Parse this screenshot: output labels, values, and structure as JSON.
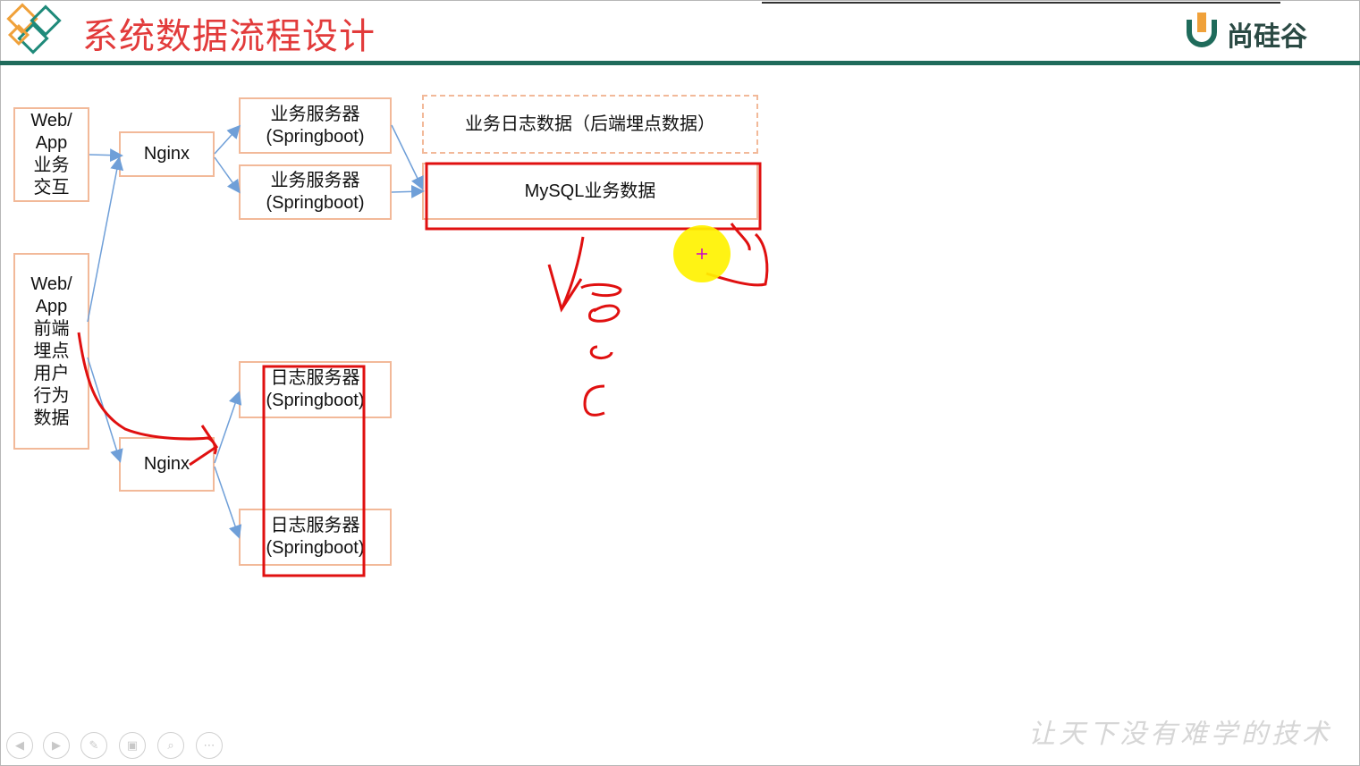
{
  "slide": {
    "title": "系统数据流程设计",
    "brand_name": "尚硅谷",
    "slogan": "让天下没有难学的技术"
  },
  "diagram": {
    "client_business": "Web/\nApp\n业务\n交互",
    "client_tracking": "Web/\nApp\n前端\n埋点\n用户\n行为\n数据",
    "nginx_top": "Nginx",
    "nginx_bottom": "Nginx",
    "biz_server_1": "业务服务器\n(Springboot)",
    "biz_server_2": "业务服务器\n(Springboot)",
    "backend_log_data": "业务日志数据（后端埋点数据）",
    "mysql": "MySQL业务数据",
    "log_server_1": "日志服务器\n(Springboot)",
    "log_server_2": "日志服务器\n(Springboot)"
  },
  "colors": {
    "title": "#e23b3b",
    "rule": "#1f6b5b",
    "box_border": "#f2b999",
    "arrow": "#6f9fd8",
    "annotation": "#e01010",
    "pointer": "#ffee00"
  },
  "player_controls": {
    "icons": [
      "prev-icon",
      "next-icon",
      "pen-icon",
      "slides-icon",
      "zoom-icon",
      "more-icon"
    ]
  }
}
